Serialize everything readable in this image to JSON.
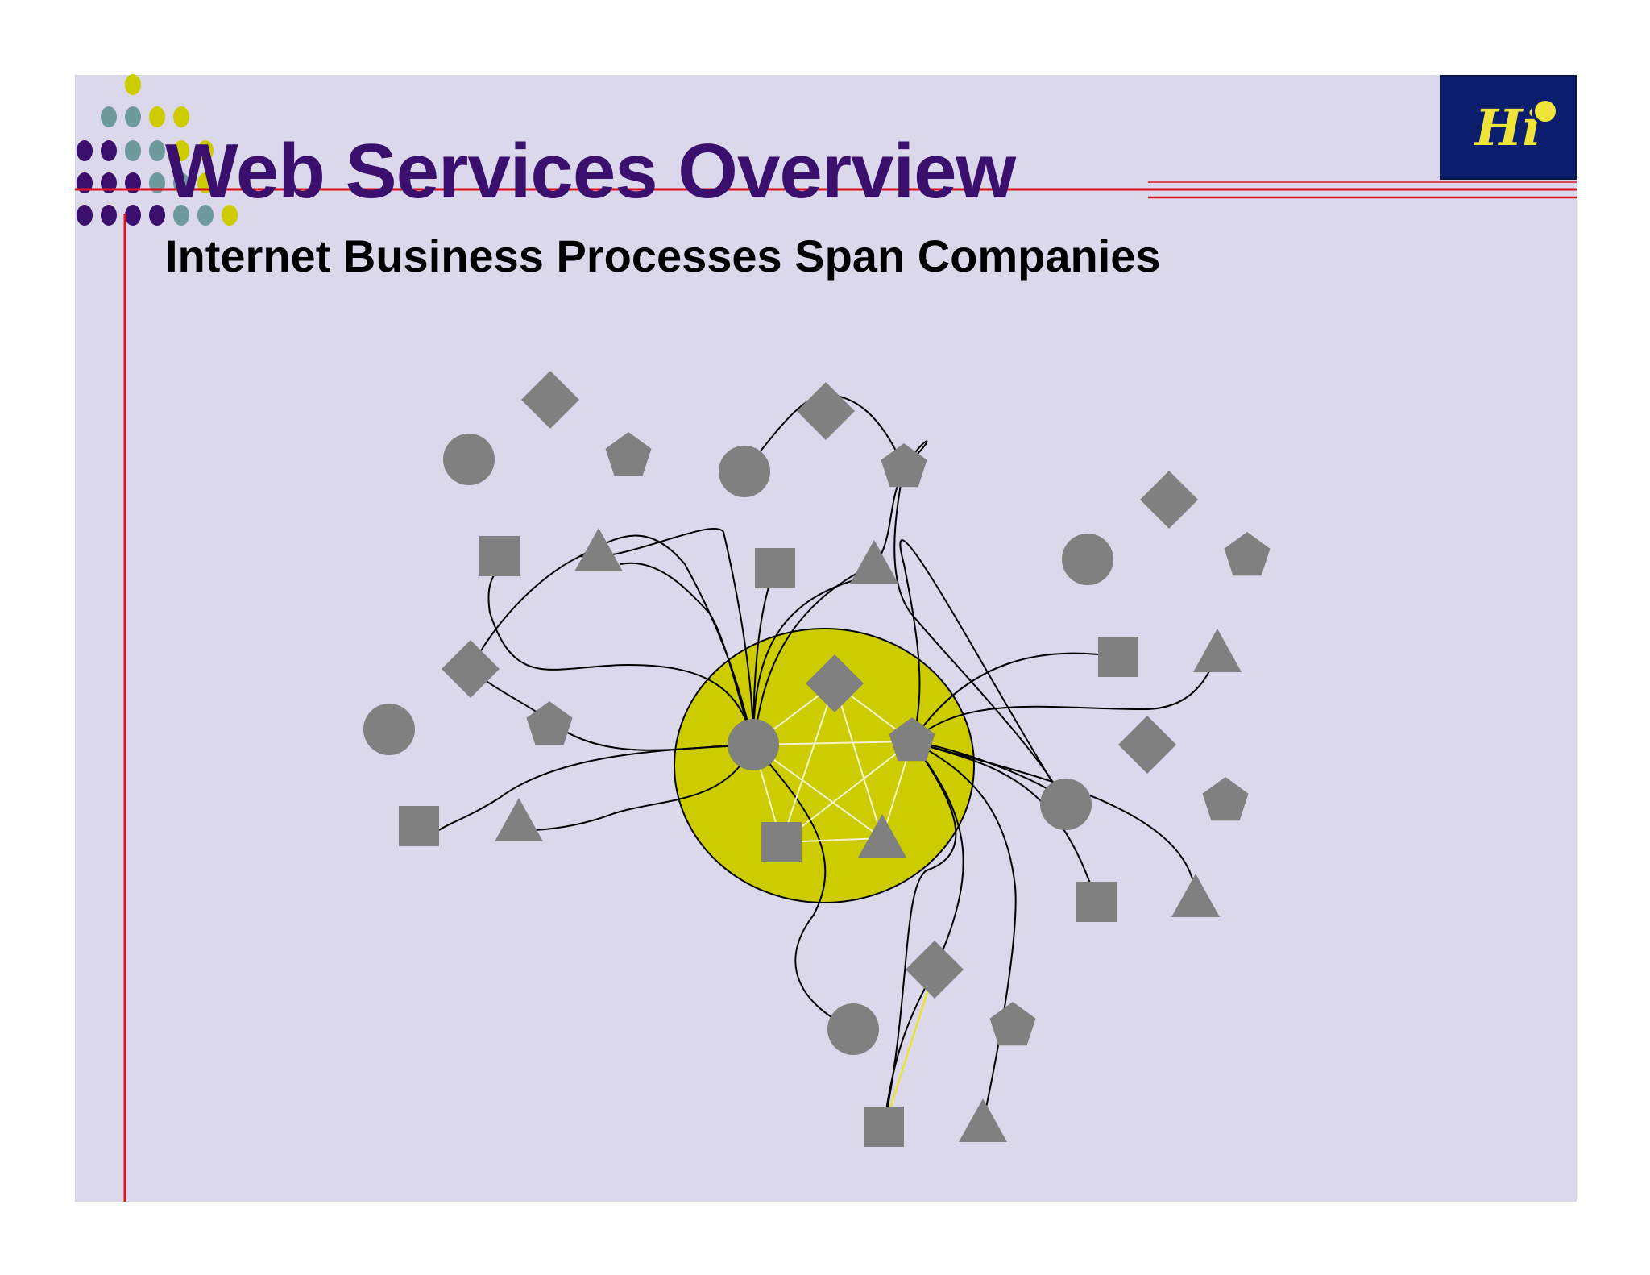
{
  "slide": {
    "title": "Web Services Overview",
    "subtitle": "Internet Business Processes Span Companies"
  },
  "logo": {
    "text": "Hi"
  },
  "colors": {
    "background": "#dcd8ec",
    "title": "#3a0f6e",
    "accent_line": "#e0141e",
    "hub": "#cccc00",
    "node": "#808080",
    "dot_purple": "#3a0f6e",
    "dot_teal": "#6f9a9c",
    "dot_yellow": "#cccc00"
  },
  "diagram": {
    "hub_label": "",
    "clusters": [
      {
        "id": "core",
        "shapes": [
          "diamond",
          "circle",
          "pentagon",
          "square",
          "triangle"
        ]
      },
      {
        "id": "top-left",
        "shapes": [
          "diamond",
          "circle",
          "pentagon",
          "square",
          "triangle"
        ]
      },
      {
        "id": "top-center",
        "shapes": [
          "diamond",
          "circle",
          "pentagon",
          "square",
          "triangle"
        ]
      },
      {
        "id": "right",
        "shapes": [
          "diamond",
          "circle",
          "pentagon",
          "square",
          "triangle"
        ]
      },
      {
        "id": "left",
        "shapes": [
          "diamond",
          "circle",
          "pentagon",
          "square",
          "triangle"
        ]
      },
      {
        "id": "right-lower",
        "shapes": [
          "diamond",
          "circle",
          "pentagon",
          "square",
          "triangle"
        ]
      },
      {
        "id": "bottom",
        "shapes": [
          "diamond",
          "circle",
          "pentagon",
          "square",
          "triangle"
        ]
      }
    ]
  }
}
